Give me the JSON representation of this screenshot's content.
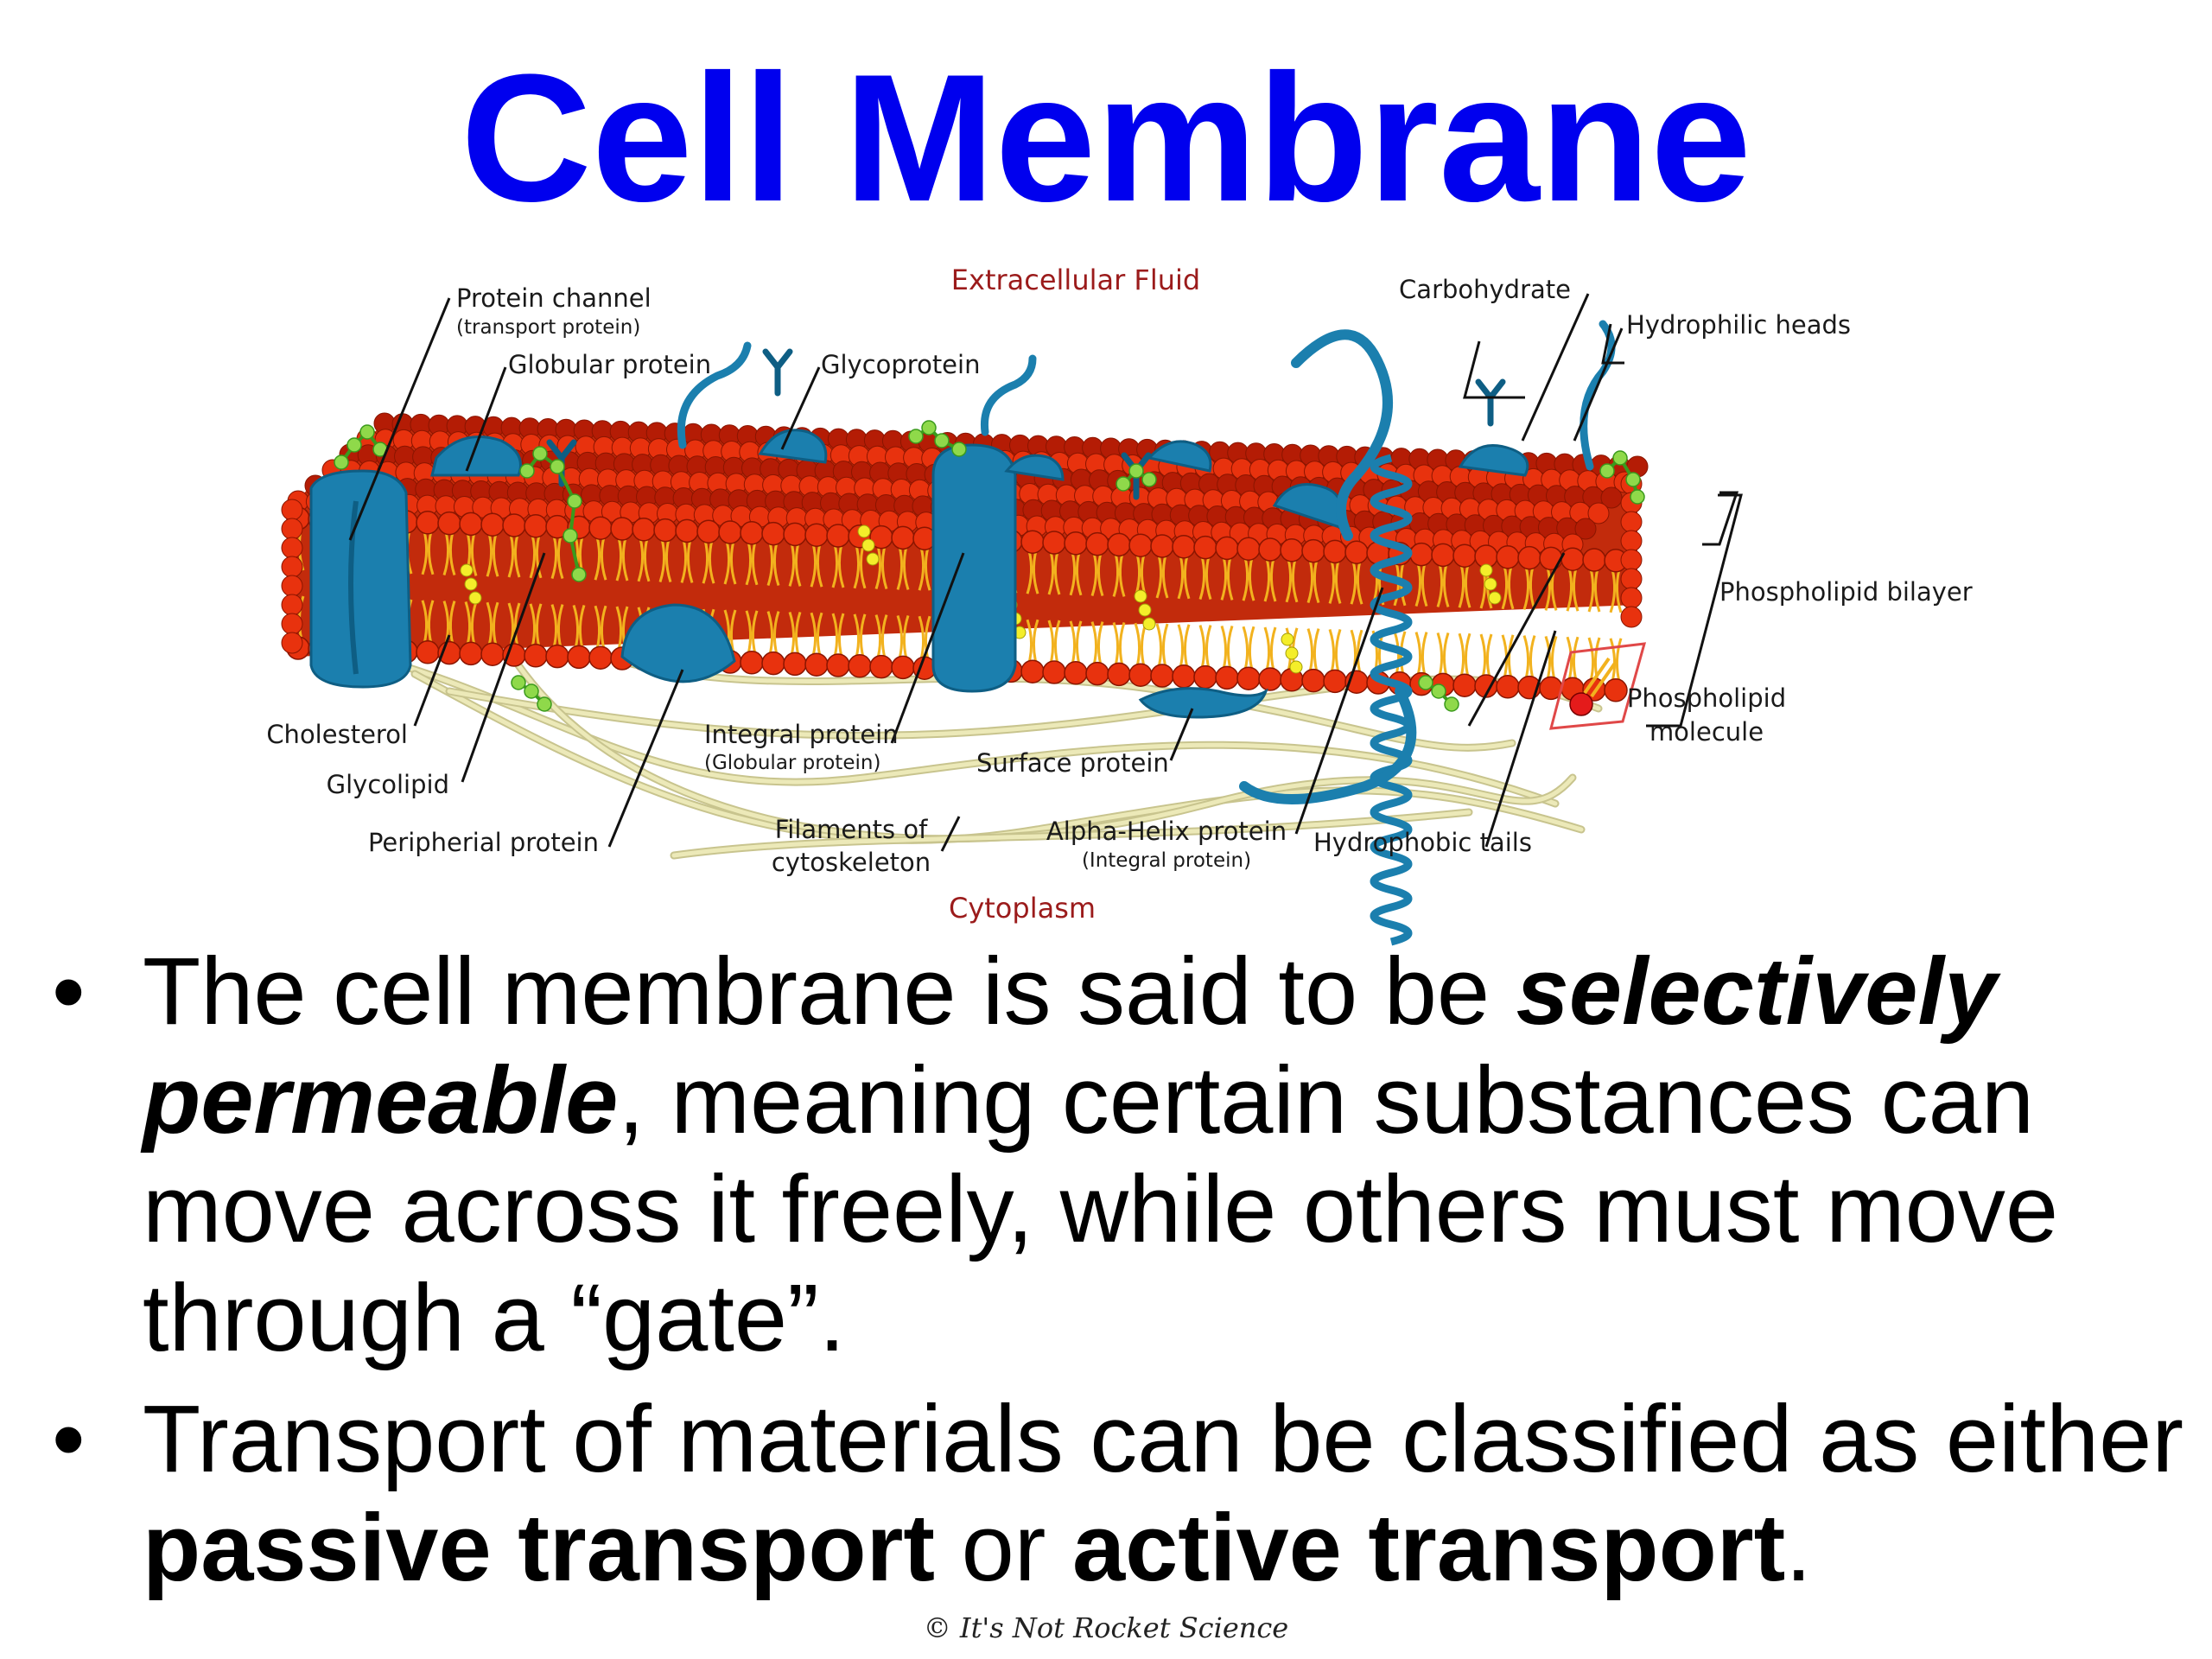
{
  "title": "Cell Membrane",
  "diagram": {
    "extracellular": "Extracellular Fluid",
    "cytoplasm": "Cytoplasm",
    "labels": {
      "protein_channel": "Protein channel",
      "protein_channel_sub": "(transport protein)",
      "globular_protein": "Globular protein",
      "glycoprotein": "Glycoprotein",
      "carbohydrate": "Carbohydrate",
      "hydrophilic_heads": "Hydrophilic heads",
      "phospholipid_bilayer": "Phospholipid bilayer",
      "phospholipid_molecule_1": "Phospholipid",
      "phospholipid_molecule_2": "molecule",
      "cholesterol": "Cholesterol",
      "glycolipid": "Glycolipid",
      "peripherial_protein": "Peripherial protein",
      "integral_protein": "Integral protein",
      "integral_protein_sub": "(Globular protein)",
      "surface_protein": "Surface protein",
      "filaments_1": "Filaments of",
      "filaments_2": "cytoskeleton",
      "alpha_helix": "Alpha-Helix protein",
      "alpha_helix_sub": "(Integral protein)",
      "hydrophobic_tails": "Hydrophobic tails"
    },
    "colors": {
      "head": "#e8320e",
      "head_dark": "#b41c05",
      "tail": "#f2b21e",
      "protein": "#1b7fae",
      "protein_dark": "#0e5e84",
      "glyco": "#8fd94a",
      "cholesterol": "#f4ee2a",
      "filament": "#ece9b8",
      "title": "#0000ee"
    }
  },
  "bullets": [
    {
      "pre": "The cell membrane is said to be ",
      "em": "selectively permeable",
      "post": ", meaning certain substances can move across it freely, while others must move through a “gate”."
    },
    {
      "pre": "Transport of materials can be classified as either ",
      "b1": "passive transport",
      "mid": " or ",
      "b2": "active transport",
      "post": "."
    }
  ],
  "bullet_glyph": "•",
  "credit": "© It's Not Rocket Science"
}
